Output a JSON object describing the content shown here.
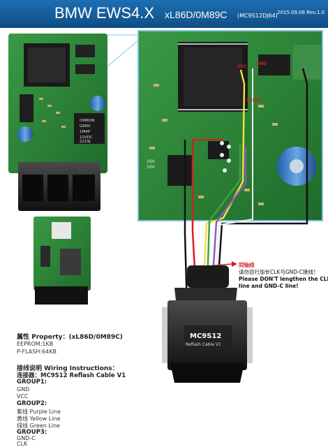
{
  "header": {
    "title": "BMW EWS4.X",
    "subtitle": "xL86D/0M89C",
    "model": "(MC9S12DJ64)",
    "date": "2015.09.06 Rev.1.0"
  },
  "board": {
    "pin_label_top": "VCC",
    "pin_label_xclks": "XCLKS",
    "pin_label_gnd_right": "GND",
    "chip_labels": [
      "OMRON",
      "G8NV",
      "1M4P",
      "12VDC",
      "2219J"
    ],
    "cap_label": "16V",
    "cap_label2": "10V"
  },
  "cable": {
    "connector_label": "MC9S12",
    "connector_sub": "Reflash Cable V1",
    "warning_zh_title": "同轴线",
    "warning_zh": "请勿自行加长CLK与GND-C接线！",
    "warning_en_1": "Please DON'T lengthen the CLK",
    "warning_en_2": "line and GND-C line!"
  },
  "property": {
    "heading": "属性 Property：(xL86D/0M89C)",
    "eeprom": "EEPROM:1KB",
    "pflash": "P-FLASH:64KB"
  },
  "wiring": {
    "heading": "接线说明 Wiring Instructions：",
    "connector": "连接器：MC9S12 Reflash Cable V1",
    "group1_title": "GROUP1:",
    "group1_items": [
      "GND",
      "VCC"
    ],
    "group2_title": "GROUP2:",
    "group2_items": [
      "紫线 Purple Line",
      "黄线 Yellow Line",
      "绿线 Green Line"
    ],
    "group3_title": "GROUP3:",
    "group3_items": [
      "GND-C",
      "CLK"
    ]
  },
  "colors": {
    "header_blue": "#1d6fb3",
    "pcb_green": "#2d8a3a",
    "pcb_dark": "#1f6b2b",
    "wire_red": "#d81e1e",
    "wire_yellow": "#f2e13a",
    "wire_purple": "#8a5bbd",
    "wire_green": "#3fa04a",
    "wire_black": "#111111"
  }
}
